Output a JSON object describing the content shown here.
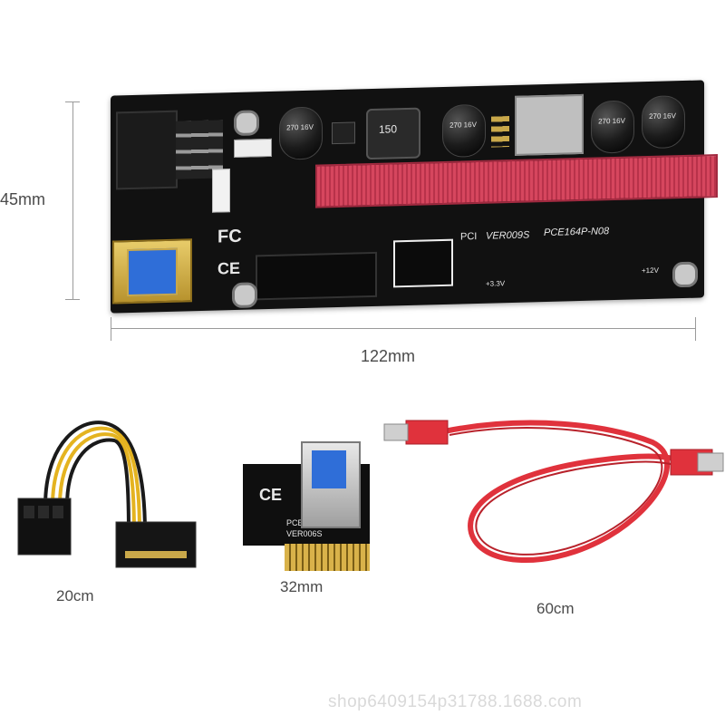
{
  "dimensions": {
    "height": "45mm",
    "width": "122mm",
    "power_cable": "20cm",
    "adapter_card": "32mm",
    "usb_cable": "60cm"
  },
  "board_silkscreen": {
    "model": "PCE164P-N08",
    "version": "VER009S",
    "pci_label": "PCI",
    "cap_rating": "270 16V",
    "inductor": "150",
    "fc_mark": "FC",
    "ce_mark": "CE",
    "v33": "+3.3V",
    "v12": "+12V"
  },
  "adapter_silkscreen": {
    "model": "PCE2PCE-N04.",
    "version": "VER006S"
  },
  "watermark": "shop6409154p31788.1688.com",
  "colors": {
    "pcie_slot": "#d6465e",
    "usb_cable": "#e0323c",
    "usb_blue": "#2f6ed8",
    "gold": "#d9b24a"
  }
}
